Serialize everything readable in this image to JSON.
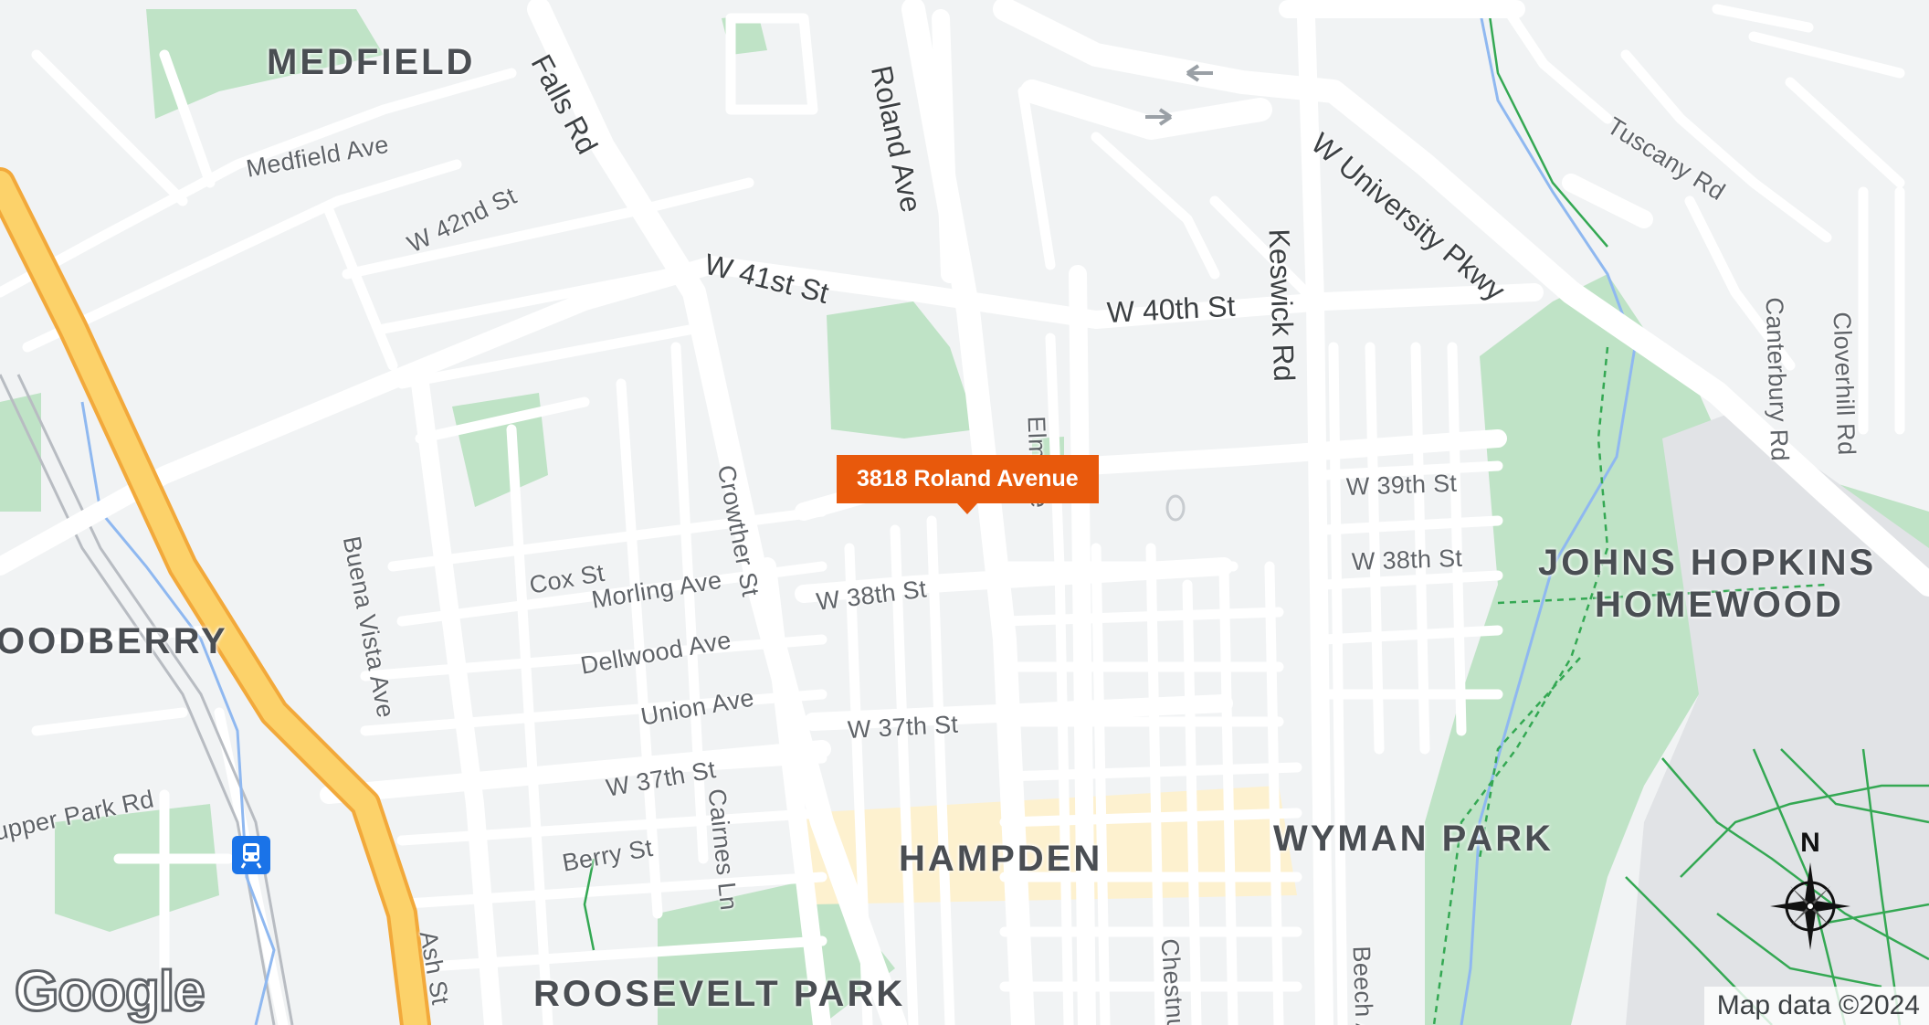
{
  "map": {
    "marker_label": "3818 Roland Avenue",
    "neighborhoods": {
      "medfield": "MEDFIELD",
      "woodberry": "OODBERRY",
      "johns_hopkins_1": "JOHNS HOPKINS",
      "johns_hopkins_2": "HOMEWOOD",
      "wyman_park": "WYMAN PARK",
      "hampden": "HAMPDEN",
      "roosevelt_park": "ROOSEVELT PARK"
    },
    "streets": {
      "falls_rd": "Falls Rd",
      "roland_ave": "Roland Ave",
      "medfield_ave": "Medfield Ave",
      "w_42nd_st": "W 42nd St",
      "w_41st_st": "W 41st St",
      "w_40th_st": "W 40th St",
      "keswick_rd": "Keswick Rd",
      "w_university_pkwy": "W University Pkwy",
      "tuscany_rd": "Tuscany Rd",
      "canterbury_rd": "Canterbury Rd",
      "cloverhill_rd": "Cloverhill Rd",
      "buena_vista_ave": "Buena Vista Ave",
      "crowther_st": "Crowther St",
      "elm_ave": "Elm Ave",
      "w_39th_st": "W 39th St",
      "w_38th_st_east": "W 38th St",
      "cox_st": "Cox St",
      "morling_ave": "Morling Ave",
      "w_38th_st": "W 38th St",
      "dellwood_ave": "Dellwood Ave",
      "union_ave": "Union Ave",
      "w_37th_st_east": "W 37th St",
      "w_37th_st": "W 37th St",
      "cairnes_ln": "Cairnes Ln",
      "upper_park_rd": "upper Park Rd",
      "berry_st": "Berry St",
      "ash_st": "Ash St",
      "chestnut_ave": "Chestnut A",
      "beech_ave": "Beech Ave"
    },
    "compass_label": "N",
    "attribution": "Map data ©2024",
    "logo": "Google",
    "icons": {
      "transit": "rail-station-icon",
      "compass": "compass-rose-icon"
    },
    "colors": {
      "marker": "#e8590c",
      "highway": "#fcd26a",
      "park": "#bfe3c6",
      "background": "#f1f3f4",
      "transit": "#1a73e8"
    }
  }
}
